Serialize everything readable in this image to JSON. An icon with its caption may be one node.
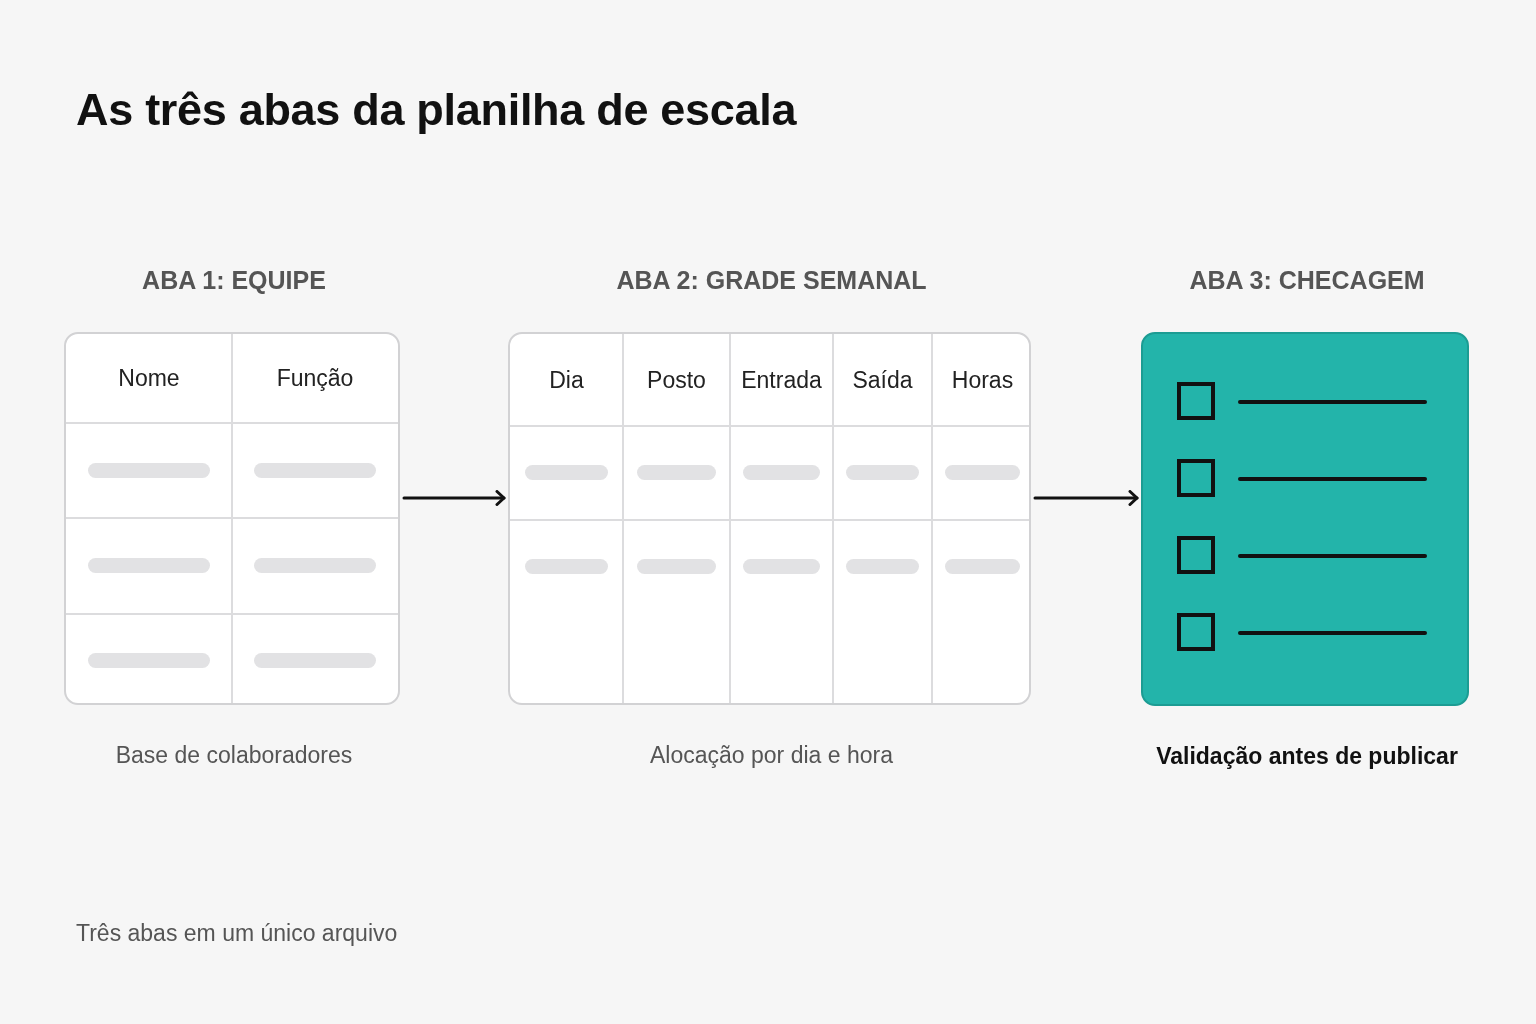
{
  "diagram": {
    "title": "As três abas da planilha de escala",
    "caption": "Três abas em um único arquivo",
    "nodes": [
      {
        "text": [
          "ABA 1: EQUIPE",
          "Nome",
          "Função"
        ],
        "beside": [
          "Base de colaboradores"
        ]
      },
      {
        "text": [
          "ABA 2: GRADE SEMANAL",
          "Dia",
          "Posto",
          "Entrada",
          "Saída",
          "Horas"
        ],
        "beside": [
          "Alocação por dia e hora"
        ]
      },
      {
        "text": [
          "ABA 3: CHECAGEM"
        ],
        "beside": [
          "Validação antes de publicar"
        ]
      }
    ],
    "edges": [
      {
        "from": 0,
        "to": 1,
        "arrow": "to"
      },
      {
        "from": 1,
        "to": 2,
        "arrow": "to"
      }
    ]
  }
}
